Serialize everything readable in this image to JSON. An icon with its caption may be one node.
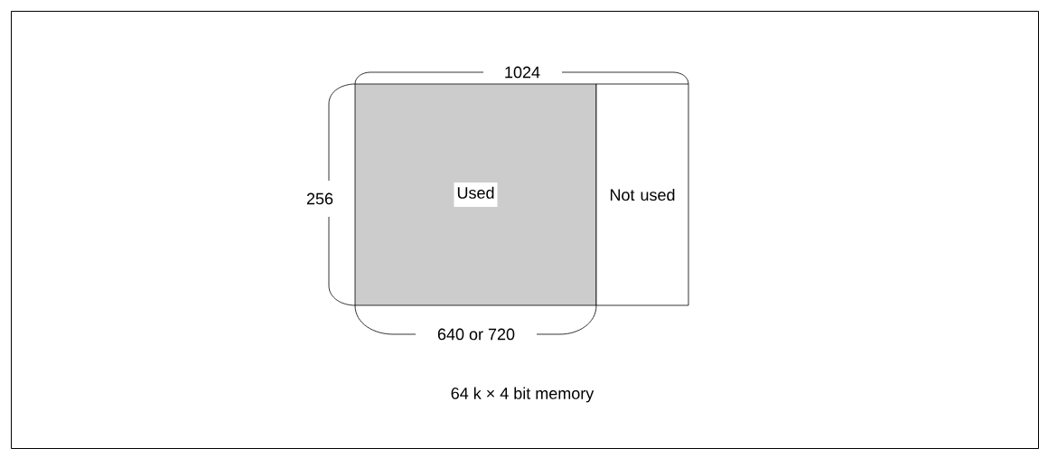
{
  "diagram": {
    "caption": "64 k × 4 bit memory",
    "nodes": [
      {
        "text": [
          "Used"
        ]
      },
      {
        "text": [
          "Not used"
        ]
      }
    ],
    "labels": [
      "1024",
      "256",
      "640 or 720"
    ]
  }
}
